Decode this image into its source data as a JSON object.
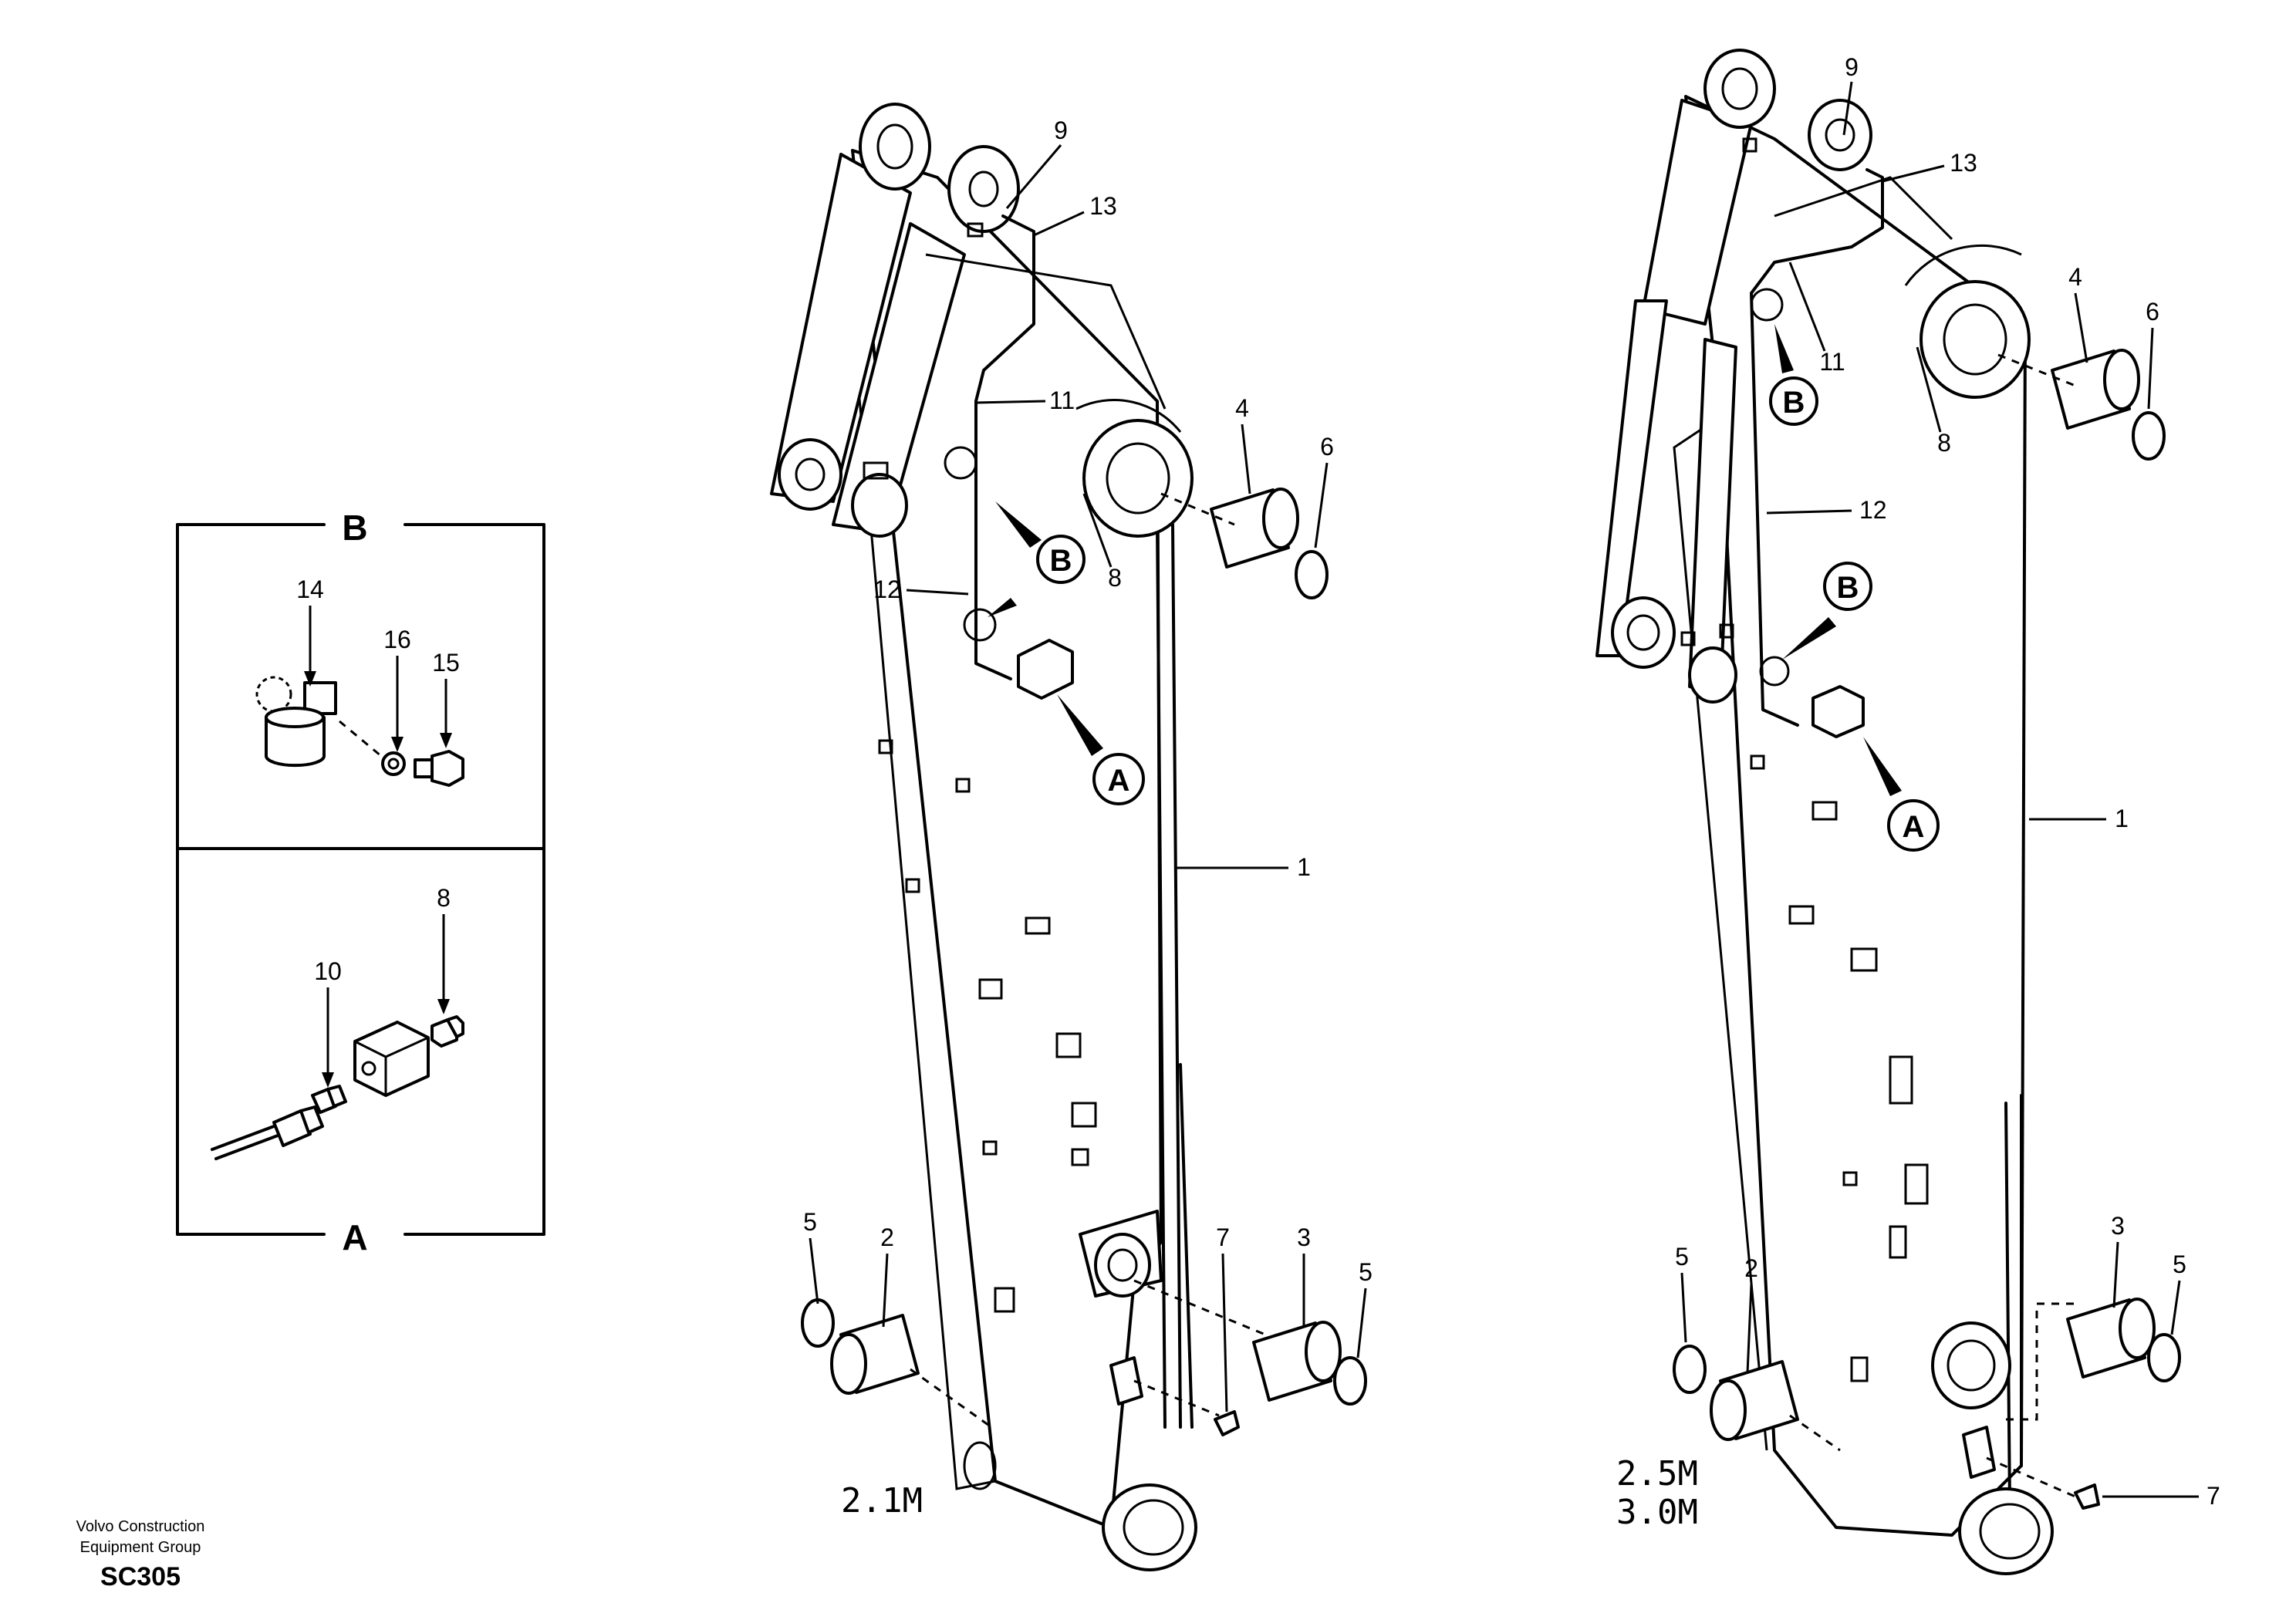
{
  "footer": {
    "company_line1": "Volvo Construction",
    "company_line2": "Equipment Group",
    "code": "SC305"
  },
  "detail_panel": {
    "top_letter": "B",
    "bottom_letter": "A",
    "part_numbers": [
      "14",
      "16",
      "15",
      "10",
      "8"
    ]
  },
  "left_arm": {
    "size_label": "2.1M",
    "part_numbers": [
      "9",
      "13",
      "11",
      "4",
      "6",
      "12",
      "8",
      "1",
      "5",
      "2",
      "7",
      "3",
      "5"
    ],
    "callouts": [
      "B",
      "A"
    ]
  },
  "right_arm": {
    "size_label_1": "2.5M",
    "size_label_2": "3.0M",
    "part_numbers": [
      "9",
      "13",
      "11",
      "4",
      "6",
      "8",
      "12",
      "1",
      "5",
      "2",
      "3",
      "5",
      "7"
    ],
    "callouts": [
      "B",
      "B",
      "A"
    ]
  },
  "colors": {
    "line": "#000000",
    "background": "#ffffff"
  }
}
